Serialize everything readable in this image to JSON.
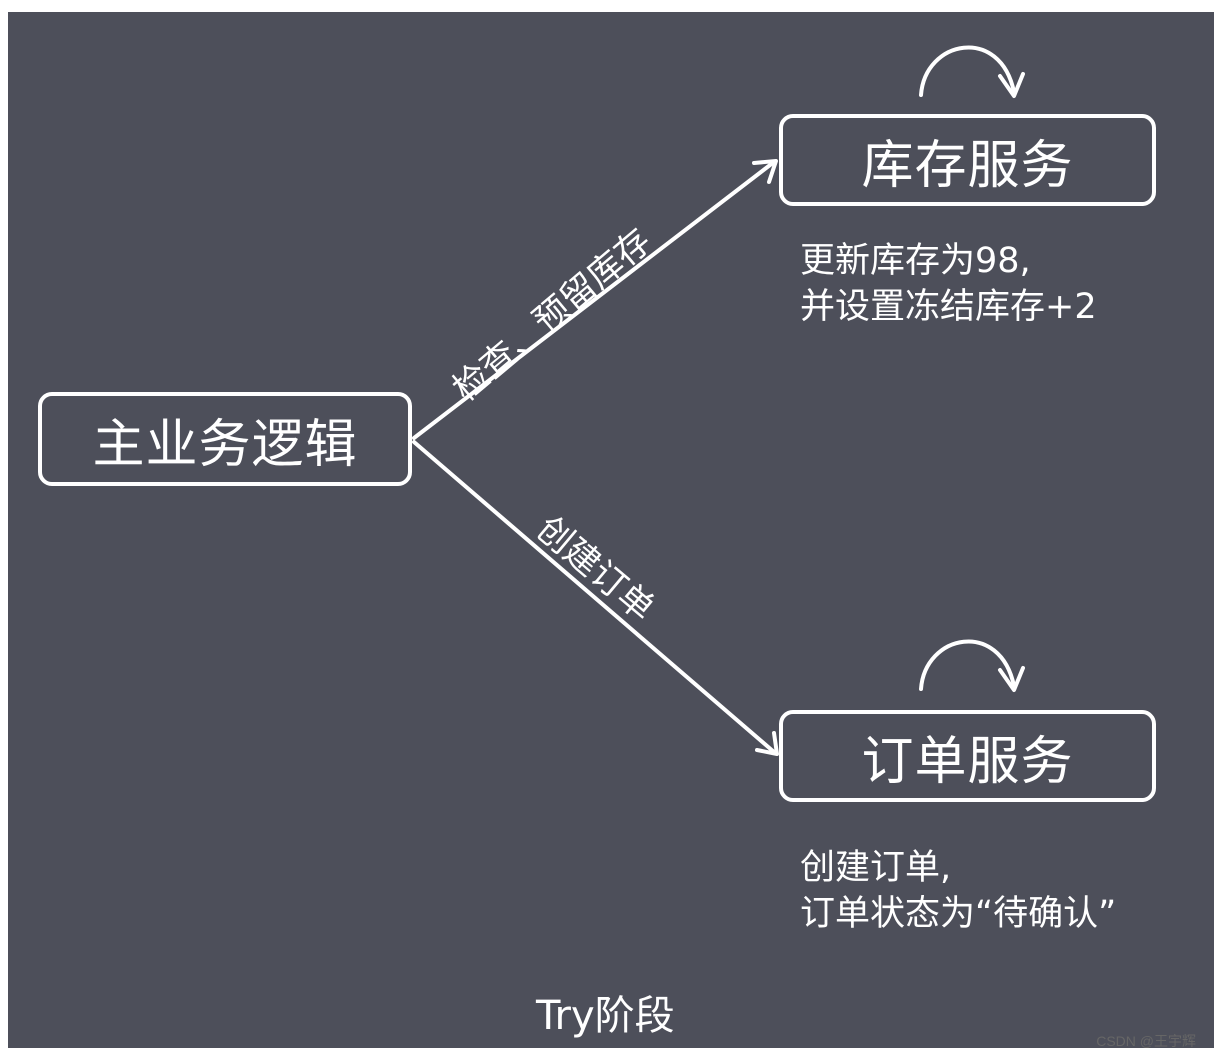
{
  "nodes": {
    "main": "主业务逻辑",
    "inventory": "库存服务",
    "order": "订单服务"
  },
  "edges": {
    "to_inventory": "检查、预留库存",
    "to_order": "创建订单"
  },
  "notes": {
    "inventory_line1": "更新库存为98,",
    "inventory_line2": "并设置冻结库存+2",
    "order_line1": "创建订单,",
    "order_line2": "订单状态为“待确认”"
  },
  "phase": "Try阶段",
  "watermark": "CSDN @王宇辉",
  "colors": {
    "background": "#4d4f5a",
    "foreground": "#ffffff"
  }
}
